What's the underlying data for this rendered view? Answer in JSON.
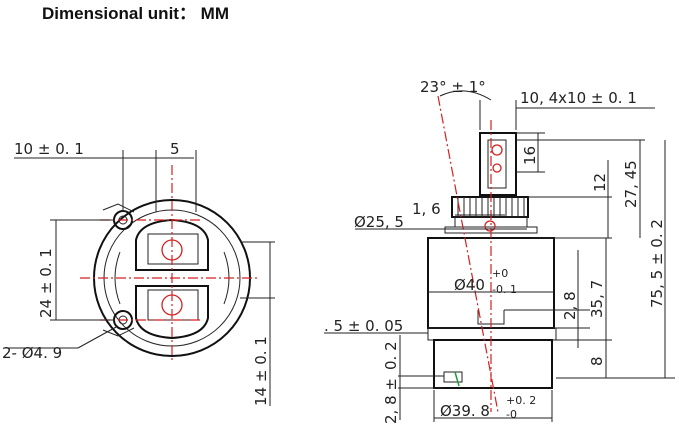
{
  "title": "Dimensional unit： MM",
  "front_view": {
    "labels": {
      "top_left": "10 ± 0. 1",
      "top_right": "5",
      "left_vertical": "24 ± 0. 1",
      "bottom_left": "2- Ø4. 9",
      "right_vertical": "14 ± 0. 1"
    }
  },
  "side_view": {
    "labels": {
      "angle": "23° ± 1°",
      "stem": "10, 4x10 ± 0. 1",
      "h16": "16",
      "h12": "12",
      "h2745": "27, 45",
      "h755": "75, 5 ± 0. 2",
      "d255_a": "1, 6",
      "d255_b": "Ø25, 5",
      "d40": "Ø40",
      "d40_tol_top": "+0",
      "d40_tol_bottom": "-0. 1",
      "h28": "2, 8",
      "h357": "35, 7",
      "w5": ". 5 ± 0. 05",
      "v02": "0. 2",
      "v28": "2, 8 ±",
      "h8": "8",
      "d398": "Ø39. 8",
      "d398_tol_top": "+0. 2",
      "d398_tol_bottom": "-0"
    }
  }
}
